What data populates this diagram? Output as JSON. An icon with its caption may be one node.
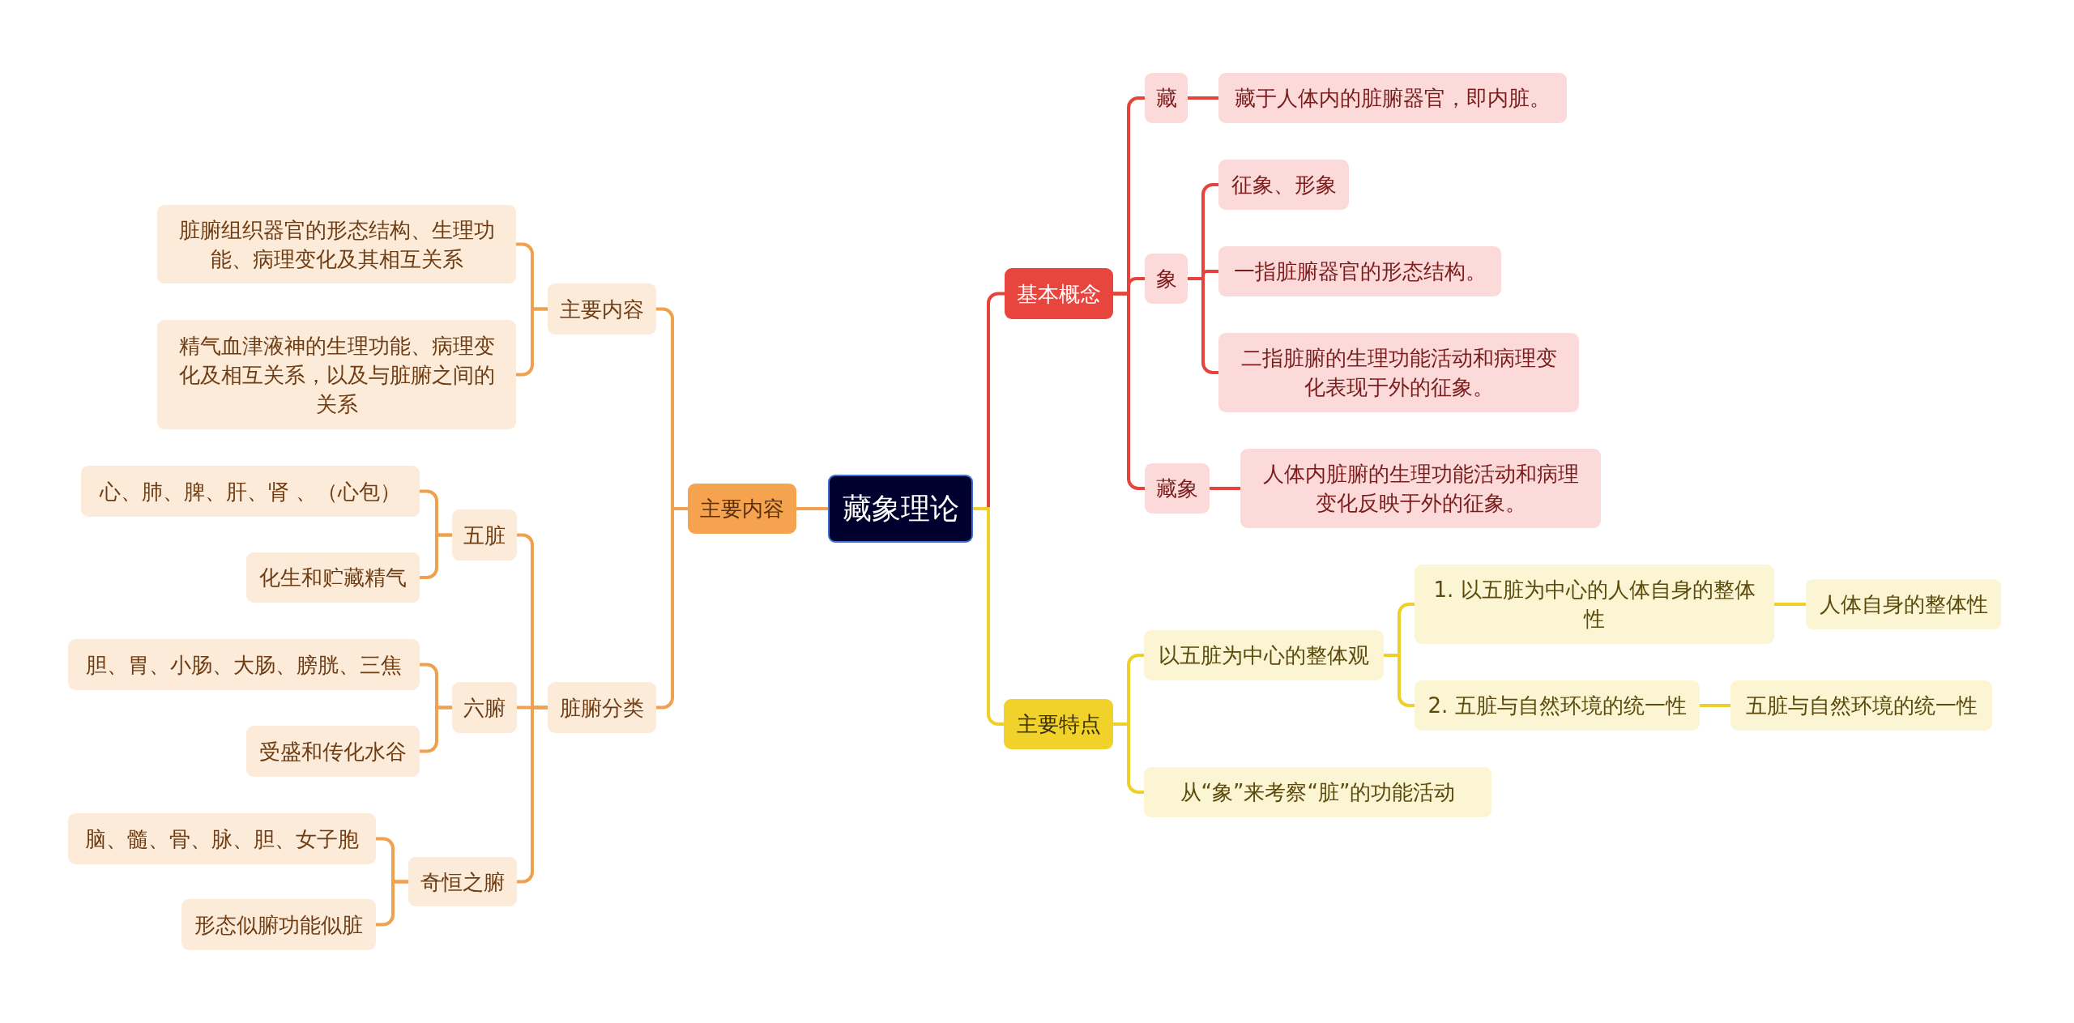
{
  "diagram": {
    "nodes": [
      {
        "text": [
          "藏象理论"
        ]
      },
      {
        "text": [
          "基本概念"
        ]
      },
      {
        "text": [
          "藏"
        ]
      },
      {
        "text": [
          "藏于人体内的脏腑器官，即内脏。"
        ]
      },
      {
        "text": [
          "象"
        ]
      },
      {
        "text": [
          "征象、形象"
        ]
      },
      {
        "text": [
          "一指脏腑器官的形态结构。"
        ]
      },
      {
        "text": [
          "二指脏腑的生理功能活动和病理变化表现于外的征象。"
        ]
      },
      {
        "text": [
          "藏象"
        ]
      },
      {
        "text": [
          "人体内脏腑的生理功能活动和病理变化反映于外的征象。"
        ]
      },
      {
        "text": [
          "主要特点"
        ]
      },
      {
        "text": [
          "以五脏为中心的整体观"
        ]
      },
      {
        "text": [
          "1. 以五脏为中心的人体自身的整体性"
        ]
      },
      {
        "text": [
          "人体自身的整体性"
        ]
      },
      {
        "text": [
          "2. 五脏与自然环境的统一性"
        ]
      },
      {
        "text": [
          "五脏与自然环境的统一性"
        ]
      },
      {
        "text": [
          "从“象”来考察“脏”的功能活动"
        ]
      },
      {
        "text": [
          "主要内容"
        ]
      },
      {
        "text": [
          "主要内容"
        ]
      },
      {
        "text": [
          "脏腑组织器官的形态结构、生理功能、病理变化及其相互关系"
        ]
      },
      {
        "text": [
          "精气血津液神的生理功能、病理变化及相互关系，以及与脏腑之间的关系"
        ]
      },
      {
        "text": [
          "脏腑分类"
        ]
      },
      {
        "text": [
          "五脏"
        ]
      },
      {
        "text": [
          "心、肺、脾、肝、肾 、（心包）"
        ]
      },
      {
        "text": [
          "化生和贮藏精气"
        ]
      },
      {
        "text": [
          "六腑"
        ]
      },
      {
        "text": [
          "胆、胃、小肠、大肠、膀胱、三焦"
        ]
      },
      {
        "text": [
          "受盛和传化水谷"
        ]
      },
      {
        "text": [
          "奇恒之腑"
        ]
      },
      {
        "text": [
          "脑、髓、骨、脉、胆、女子胞"
        ]
      },
      {
        "text": [
          "形态似腑功能似脏"
        ]
      }
    ],
    "edges": [
      {
        "from": 0,
        "to": 1,
        "arrow": "none",
        "color": "#e5443c"
      },
      {
        "from": 1,
        "to": 2,
        "arrow": "none",
        "color": "#e5443c"
      },
      {
        "from": 2,
        "to": 3,
        "arrow": "none",
        "color": "#e5443c"
      },
      {
        "from": 1,
        "to": 4,
        "arrow": "none",
        "color": "#e5443c"
      },
      {
        "from": 4,
        "to": 5,
        "arrow": "none",
        "color": "#e5443c"
      },
      {
        "from": 4,
        "to": 6,
        "arrow": "none",
        "color": "#e5443c"
      },
      {
        "from": 4,
        "to": 7,
        "arrow": "none",
        "color": "#e5443c"
      },
      {
        "from": 1,
        "to": 8,
        "arrow": "none",
        "color": "#e5443c"
      },
      {
        "from": 8,
        "to": 9,
        "arrow": "none",
        "color": "#e5443c"
      },
      {
        "from": 0,
        "to": 10,
        "arrow": "none",
        "color": "#efd02a"
      },
      {
        "from": 10,
        "to": 11,
        "arrow": "none",
        "color": "#efd02a"
      },
      {
        "from": 11,
        "to": 12,
        "arrow": "none",
        "color": "#efd02a"
      },
      {
        "from": 12,
        "to": 13,
        "arrow": "none",
        "color": "#efd02a"
      },
      {
        "from": 11,
        "to": 14,
        "arrow": "none",
        "color": "#efd02a"
      },
      {
        "from": 14,
        "to": 15,
        "arrow": "none",
        "color": "#efd02a"
      },
      {
        "from": 10,
        "to": 16,
        "arrow": "none",
        "color": "#efd02a"
      },
      {
        "from": 0,
        "to": 17,
        "arrow": "none"
      },
      {
        "from": 17,
        "to": 18,
        "arrow": "none"
      },
      {
        "from": 18,
        "to": 19,
        "arrow": "none"
      },
      {
        "from": 18,
        "to": 20,
        "arrow": "none"
      },
      {
        "from": 17,
        "to": 21,
        "arrow": "none"
      },
      {
        "from": 21,
        "to": 22,
        "arrow": "none"
      },
      {
        "from": 22,
        "to": 23,
        "arrow": "none"
      },
      {
        "from": 22,
        "to": 24,
        "arrow": "none"
      },
      {
        "from": 21,
        "to": 25,
        "arrow": "none"
      },
      {
        "from": 25,
        "to": 26,
        "arrow": "none"
      },
      {
        "from": 25,
        "to": 27,
        "arrow": "none"
      },
      {
        "from": 21,
        "to": 28,
        "arrow": "none"
      },
      {
        "from": 28,
        "to": 29,
        "arrow": "none"
      },
      {
        "from": 28,
        "to": 30,
        "arrow": "none"
      }
    ]
  }
}
